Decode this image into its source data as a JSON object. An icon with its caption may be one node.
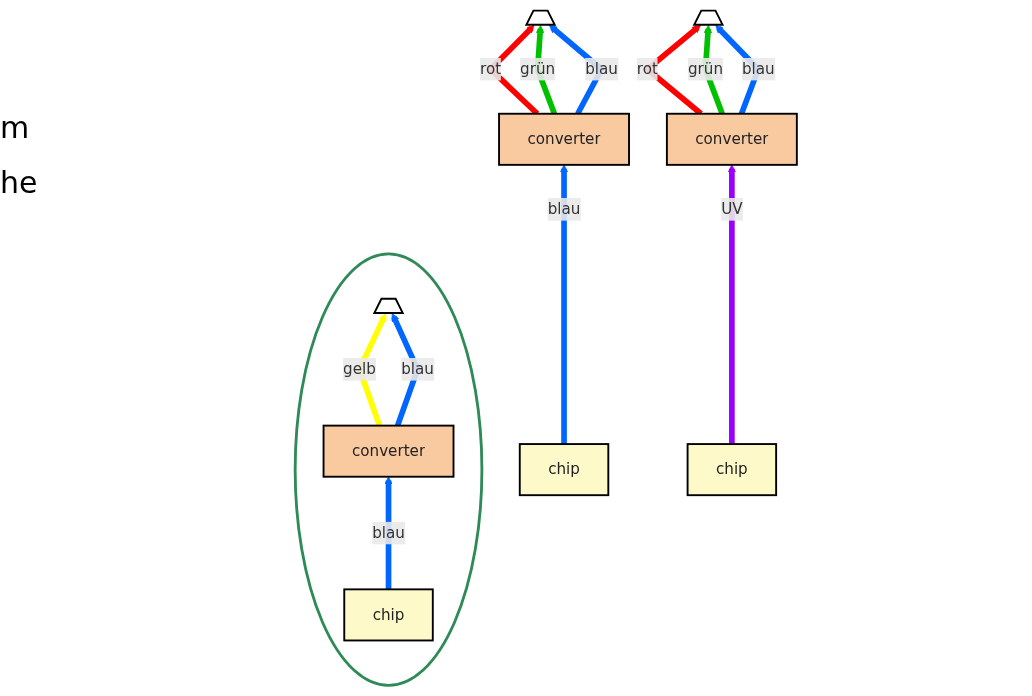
{
  "diagram": {
    "nodes": [
      {
        "text": [],
        "shape": "ellipse"
      },
      {
        "text": [
          "chip"
        ],
        "in": 0
      },
      {
        "text": [
          "converter"
        ],
        "in": 0
      },
      {
        "text": [],
        "shape": "arrow",
        "in": 0
      },
      {
        "text": [
          "chip"
        ]
      },
      {
        "text": [
          "converter"
        ]
      },
      {
        "text": [],
        "shape": "arrow"
      },
      {
        "text": [
          "chip"
        ]
      },
      {
        "text": [
          "converter"
        ]
      },
      {
        "text": [],
        "shape": "arrow"
      }
    ],
    "edges": [
      {
        "from": 1,
        "to": 2,
        "arrow": "to",
        "label": "blau",
        "color": "#0066ff"
      },
      {
        "from": 2,
        "to": 3,
        "arrow": "to",
        "label": "gelb",
        "color": "#ffff00"
      },
      {
        "from": 2,
        "to": 3,
        "arrow": "to",
        "label": "blau",
        "color": "#0066ff"
      },
      {
        "from": 4,
        "to": 5,
        "arrow": "to",
        "label": "blau",
        "color": "#0066ff"
      },
      {
        "from": 5,
        "to": 6,
        "arrow": "to",
        "label": "rot",
        "color": "#ff0000"
      },
      {
        "from": 5,
        "to": 6,
        "arrow": "to",
        "label": "grün",
        "color": "#00c000"
      },
      {
        "from": 5,
        "to": 6,
        "arrow": "to",
        "label": "blau",
        "color": "#0066ff"
      },
      {
        "from": 7,
        "to": 8,
        "arrow": "to",
        "label": "UV",
        "color": "#9900ff"
      },
      {
        "from": 8,
        "to": 9,
        "arrow": "to",
        "label": "rot",
        "color": "#ff0000"
      },
      {
        "from": 8,
        "to": 9,
        "arrow": "to",
        "label": "grün",
        "color": "#00c000"
      },
      {
        "from": 8,
        "to": 9,
        "arrow": "to",
        "label": "blau",
        "color": "#0066ff"
      }
    ],
    "labels": [
      "m",
      "he"
    ]
  }
}
